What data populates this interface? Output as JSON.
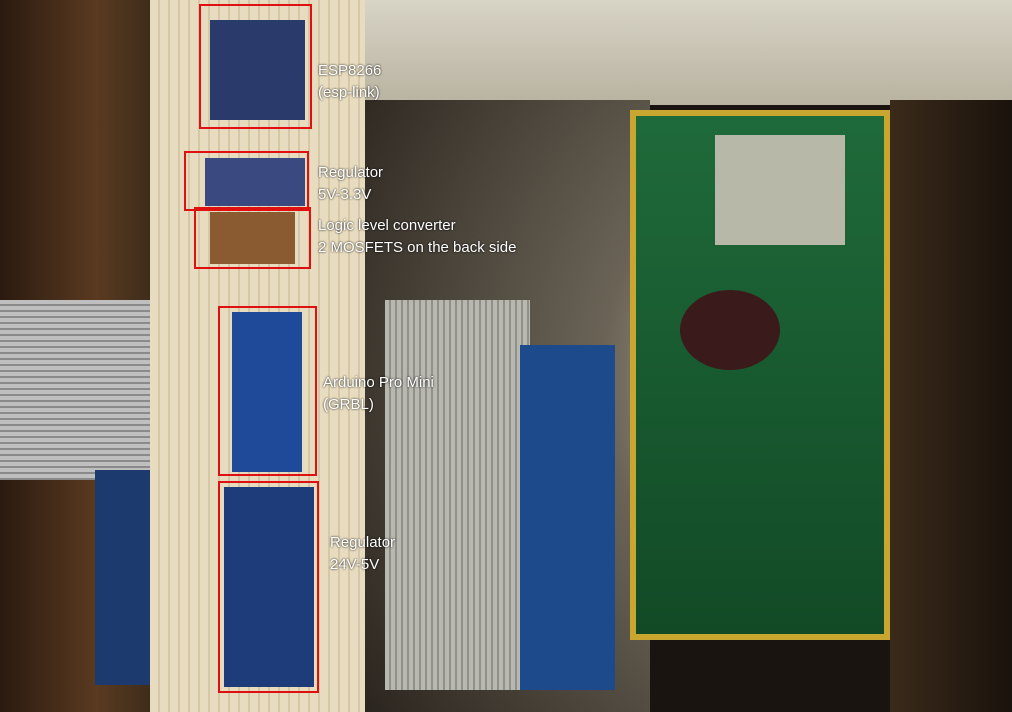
{
  "annotations": [
    {
      "id": "esp8266",
      "lines": [
        "ESP8266",
        "(esp-link)"
      ]
    },
    {
      "id": "regulator-5v-3v3",
      "lines": [
        "Regulator",
        "5V-3.3V"
      ]
    },
    {
      "id": "logic-level-converter",
      "lines": [
        "Logic level converter",
        "2 MOSFETS on the back side"
      ]
    },
    {
      "id": "arduino-pro-mini",
      "lines": [
        "Arduino Pro Mini",
        "(GRBL)"
      ]
    },
    {
      "id": "regulator-24v-5v",
      "lines": [
        "Regulator",
        "24V-5V"
      ]
    }
  ],
  "colors": {
    "highlight": "#e01010",
    "label": "#ffffff"
  }
}
